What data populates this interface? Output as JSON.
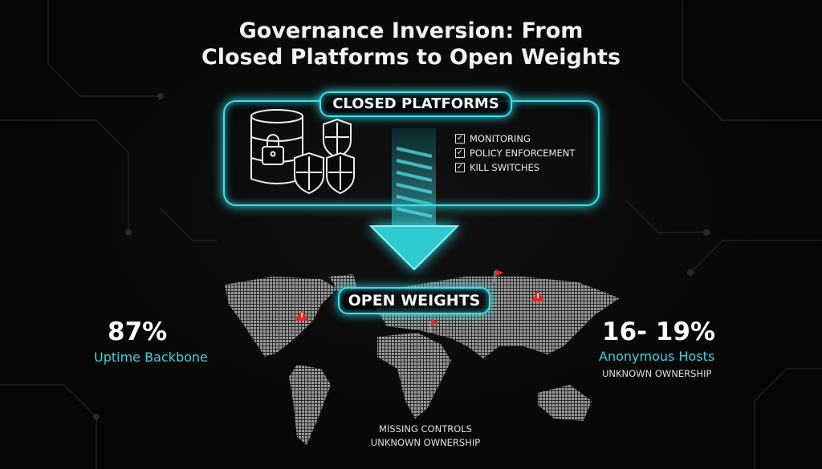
{
  "title": {
    "line1": "Governance Inversion: From",
    "line2": "Closed Platforms to Open Weights"
  },
  "closed_platforms": {
    "label": "CLOSED PLATFORMS",
    "icons": [
      "database-lock-icon",
      "shield-icon",
      "shield-icon",
      "shield-icon"
    ],
    "checklist": [
      "MONITORING",
      "POLICY ENFORCEMENT",
      "KILL SWITCHES"
    ],
    "check_glyph": "✓"
  },
  "open_weights": {
    "label": "OPEN WEIGHTS"
  },
  "left_stat": {
    "value": "87%",
    "label": "Uptime Backbone"
  },
  "right_stat": {
    "value": "16- 19%",
    "label": "Anonymous Hosts",
    "sublabel": "UNKNOWN OWNERSHIP"
  },
  "bottom_note": {
    "line1": "MISSING CONTROLS",
    "line2": "UNKNOWN OWNERSHIP"
  },
  "colors": {
    "accent": "#3ee0e8",
    "alert": "#e0262a",
    "background": "#070707"
  }
}
